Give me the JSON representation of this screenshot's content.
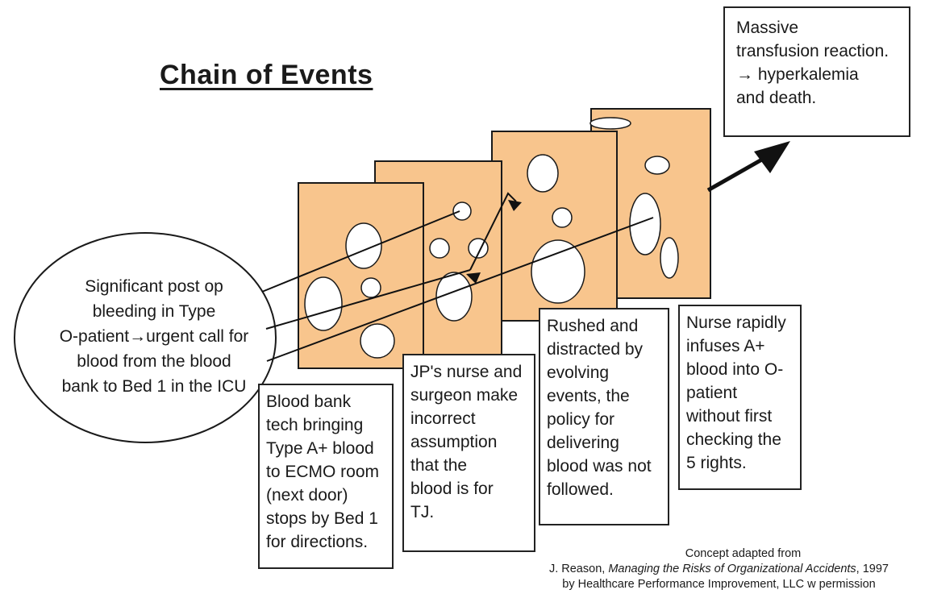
{
  "title": "Chain of Events",
  "origin": {
    "text": "Significant post op\nbleeding in Type\nO-patient→urgent call for\nblood from the blood\nbank to Bed 1 in the ICU"
  },
  "outcome": {
    "text": "Massive\ntransfusion reaction.\n→ hyperkalemia\nand death."
  },
  "events": [
    {
      "text": "Blood bank\ntech bringing\nType A+ blood\nto ECMO room\n(next door)\nstops by Bed 1\nfor directions."
    },
    {
      "text": "JP's nurse and\nsurgeon make\nincorrect\nassumption\nthat the\nblood is for\nTJ."
    },
    {
      "text": "Rushed and\ndistracted by\nevolving\nevents, the\npolicy for\ndelivering\nblood was not\nfollowed."
    },
    {
      "text": "Nurse rapidly\ninfuses A+\nblood into O-\npatient\nwithout first\nchecking the\n5 rights."
    }
  ],
  "credit": {
    "line1": "Concept adapted from",
    "line2_pre": "J. Reason, ",
    "line2_title": "Managing the Risks of Organizational Accidents",
    "line2_post": ", 1997",
    "line3": "by Healthcare Performance Improvement, LLC w permission"
  },
  "colors": {
    "slice_fill": "#f8c58d",
    "slice_stroke": "#1a1a1a",
    "line": "#111111"
  }
}
